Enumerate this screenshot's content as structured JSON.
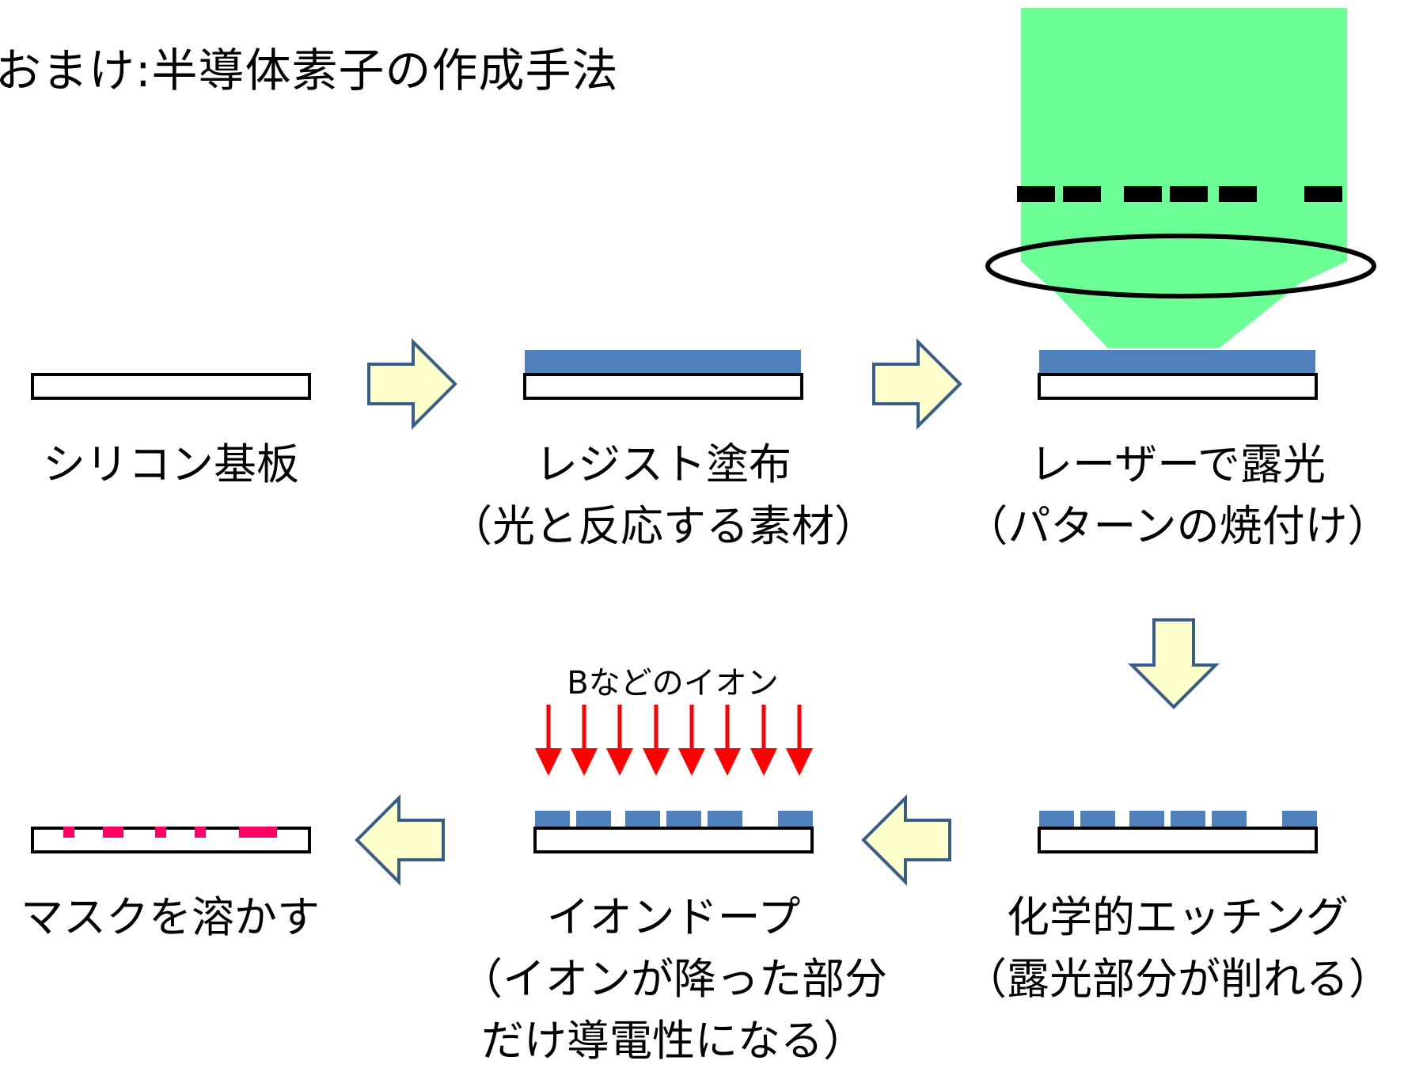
{
  "title": "おまけ:半導体素子の作成手法",
  "colors": {
    "laser_green": "#6CFF96",
    "resist_blue": "#4F81BD",
    "arrow_fill": "#FFFFCC",
    "arrow_stroke": "#385D8A",
    "ion_red": "#FF0000",
    "dopant_pink": "#FF0066"
  },
  "steps": [
    {
      "id": "substrate",
      "label": "シリコン基板",
      "sub": ""
    },
    {
      "id": "resist",
      "label": "レジスト塗布",
      "sub": "（光と反応する素材）"
    },
    {
      "id": "exposure",
      "label": "レーザーで露光",
      "sub": "（パターンの焼付け）"
    },
    {
      "id": "etching",
      "label": "化学的エッチング",
      "sub": "（露光部分が削れる）"
    },
    {
      "id": "iondope",
      "label": "イオンドープ",
      "sub": "（イオンが降った部分",
      "sub2": "だけ導電性になる）"
    },
    {
      "id": "maskremove",
      "label": "マスクを溶かす",
      "sub": ""
    }
  ],
  "ion_label": "Bなどのイオン"
}
